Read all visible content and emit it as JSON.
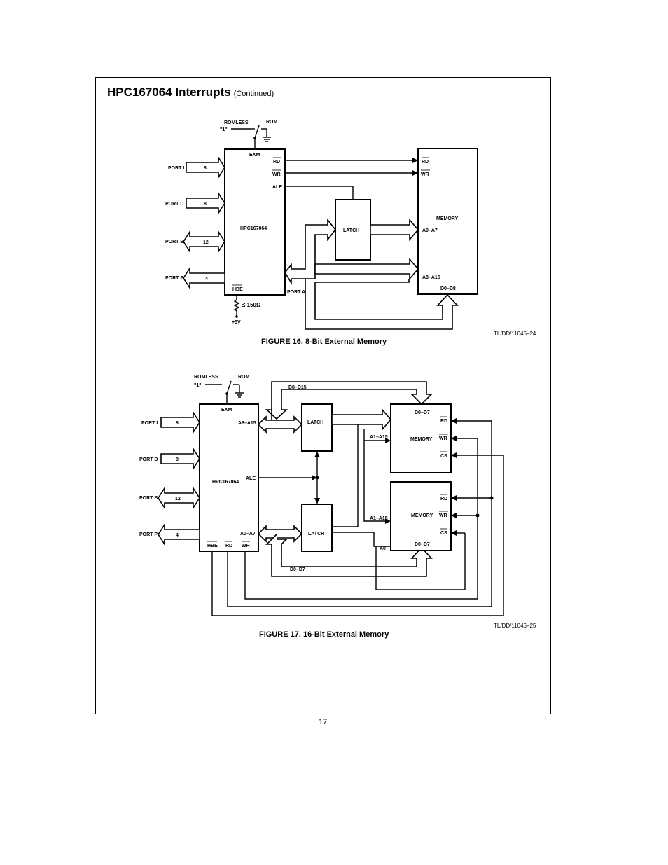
{
  "header": {
    "title": "HPC167064 Interrupts",
    "subtitle": "(Continued)"
  },
  "fig16": {
    "romless": "ROMLESS",
    "rom": "ROM",
    "one": "\"1\"",
    "exm": "EXM",
    "cpu": "HPC167064",
    "rd": "RD",
    "wr": "WR",
    "ale": "ALE",
    "hbe": "HBE",
    "port_a": "PORT A",
    "latch": "LATCH",
    "memory": "MEMORY",
    "a_low": "A0–A7",
    "a_high": "A8–A15",
    "d": "D0–D8",
    "resistor": "≤ 150Ω",
    "vcc": "+5V",
    "ports": [
      {
        "name": "PORT I",
        "bits": "8"
      },
      {
        "name": "PORT D",
        "bits": "8"
      },
      {
        "name": "PORT B",
        "bits": "12"
      },
      {
        "name": "PORT P",
        "bits": "4"
      }
    ],
    "code": "TL/DD/11046–24",
    "caption": "FIGURE 16. 8-Bit External Memory"
  },
  "fig17": {
    "romless": "ROMLESS",
    "rom": "ROM",
    "one": "\"1\"",
    "exm": "EXM",
    "cpu": "HPC167064",
    "a_high": "A8–A15",
    "ale": "ALE",
    "a_low": "A0–A7",
    "hbe": "HBE",
    "rd": "RD",
    "wr": "WR",
    "cs": "CS",
    "latch": "LATCH",
    "memory": "MEMORY",
    "d_high": "D8–D15",
    "d_low": "D0–D7",
    "mem_d": "D0–D7",
    "a_bus": "A1–A15",
    "a0": "A0",
    "ports": [
      {
        "name": "PORT I",
        "bits": "8"
      },
      {
        "name": "PORT D",
        "bits": "8"
      },
      {
        "name": "PORT B",
        "bits": "12"
      },
      {
        "name": "PORT P",
        "bits": "4"
      }
    ],
    "code": "TL/DD/11046–25",
    "caption": "FIGURE 17. 16-Bit External Memory"
  },
  "page_number": "17"
}
